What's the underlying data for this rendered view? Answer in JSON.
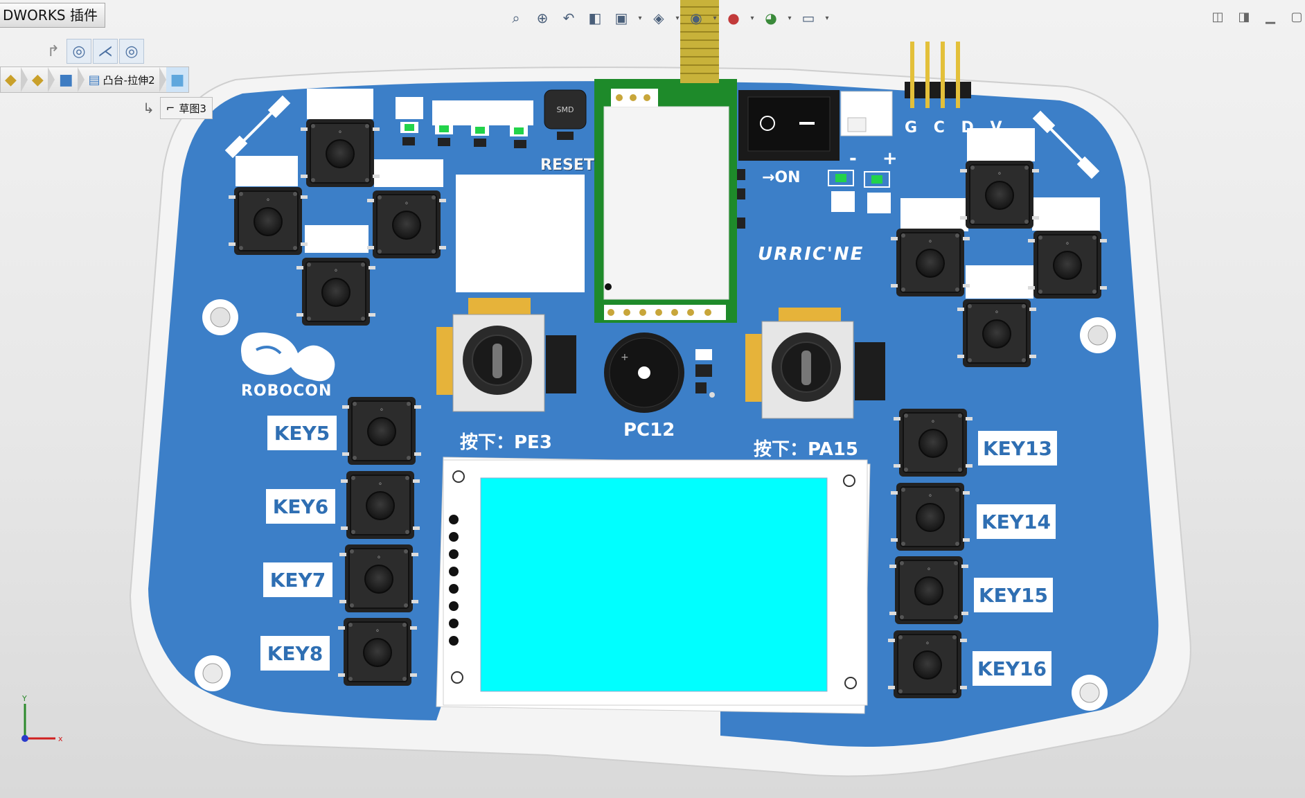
{
  "app": {
    "tab_label": "DWORKS 插件"
  },
  "toolbar": {
    "icons": [
      "zoom-to-fit-icon",
      "zoom-area-icon",
      "previous-view-icon",
      "section-view-icon",
      "view-orientation-icon",
      "display-style-icon",
      "hide-show-icon",
      "edit-appearance-icon",
      "apply-scene-icon",
      "view-settings-icon"
    ]
  },
  "breadcrumb": {
    "items": [
      {
        "icon": "assembly-icon"
      },
      {
        "icon": "subassembly-icon"
      },
      {
        "icon": "part-icon"
      },
      {
        "icon": "feature-icon",
        "label": "凸台-拉伸2"
      },
      {
        "icon": "face-icon"
      }
    ],
    "sub_label": "草图3"
  },
  "board": {
    "silkscreen": {
      "reset": "RESET",
      "smd": "SMD",
      "on": "→ON",
      "header": "G C D V",
      "minus_plus": "- +",
      "logo_text": "ROBOCON",
      "brand": "URRIC'NE",
      "joy_left": "按下：PE3",
      "buzzer": "PC12",
      "joy_right": "按下：PA15"
    },
    "keys_left": [
      "KEY5",
      "KEY6",
      "KEY7",
      "KEY8"
    ],
    "keys_right": [
      "KEY13",
      "KEY14",
      "KEY15",
      "KEY16"
    ],
    "colors": {
      "pcb": "#3c7fc8",
      "lcd": "#00ffff",
      "module": "#1e8a2a",
      "antenna": "#c8b23a"
    }
  },
  "triad": {
    "x": "x",
    "y": "Y"
  }
}
